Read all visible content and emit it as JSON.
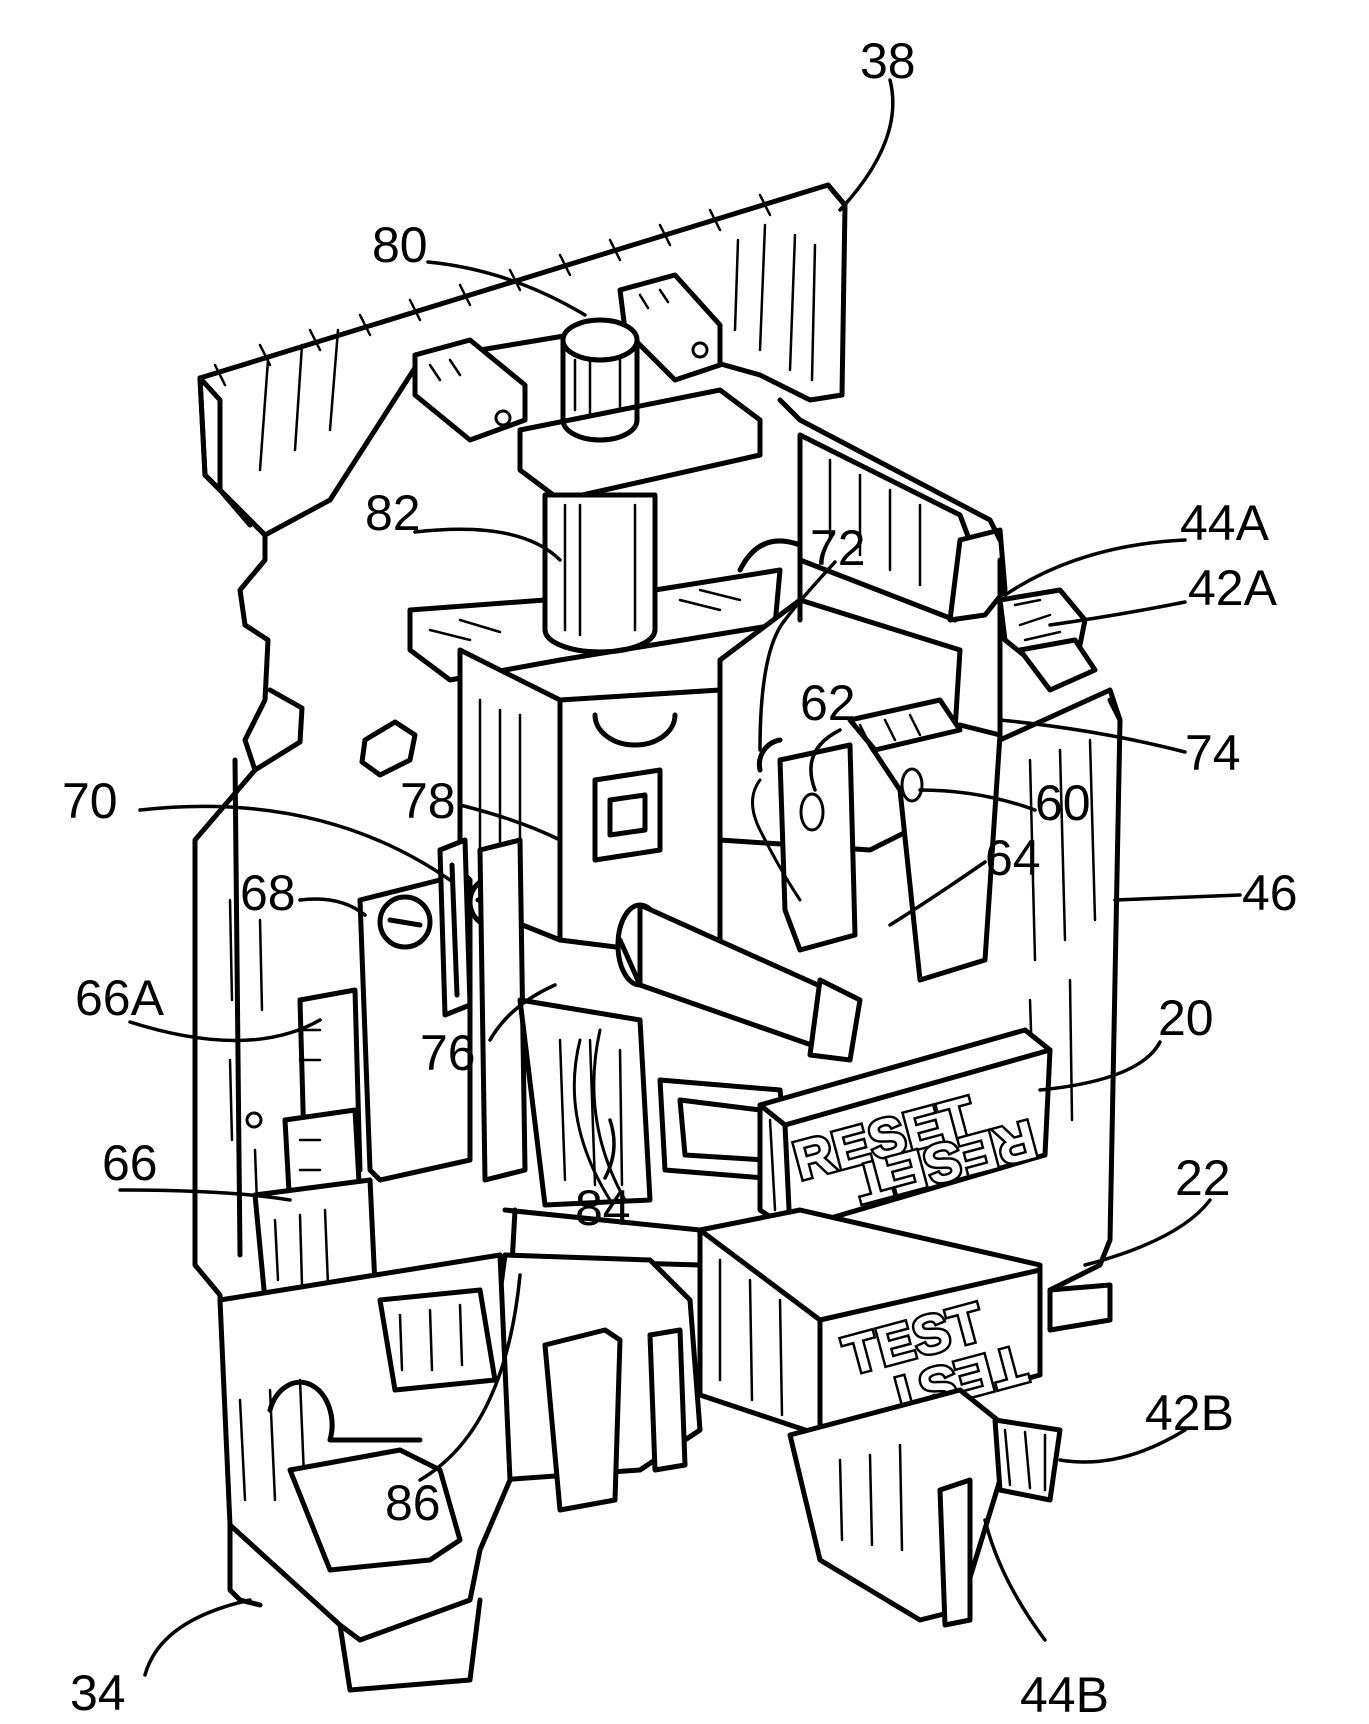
{
  "figure": {
    "buttons": {
      "reset": "RESET",
      "test": "TEST"
    },
    "callouts": [
      {
        "id": "38",
        "text": "38"
      },
      {
        "id": "80",
        "text": "80"
      },
      {
        "id": "82",
        "text": "82"
      },
      {
        "id": "44A",
        "text": "44A"
      },
      {
        "id": "72",
        "text": "72"
      },
      {
        "id": "42A",
        "text": "42A"
      },
      {
        "id": "62",
        "text": "62"
      },
      {
        "id": "74",
        "text": "74"
      },
      {
        "id": "70",
        "text": "70"
      },
      {
        "id": "78",
        "text": "78"
      },
      {
        "id": "60",
        "text": "60"
      },
      {
        "id": "68",
        "text": "68"
      },
      {
        "id": "64",
        "text": "64"
      },
      {
        "id": "46",
        "text": "46"
      },
      {
        "id": "66A",
        "text": "66A"
      },
      {
        "id": "76",
        "text": "76"
      },
      {
        "id": "20",
        "text": "20"
      },
      {
        "id": "66",
        "text": "66"
      },
      {
        "id": "22",
        "text": "22"
      },
      {
        "id": "84",
        "text": "84"
      },
      {
        "id": "86",
        "text": "86"
      },
      {
        "id": "42B",
        "text": "42B"
      },
      {
        "id": "34",
        "text": "34"
      },
      {
        "id": "44B",
        "text": "44B"
      }
    ]
  }
}
